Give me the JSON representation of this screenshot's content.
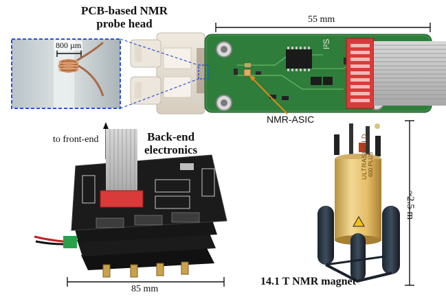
{
  "probe": {
    "title_line1": "PCB-based NMR",
    "title_line2": "probe head",
    "coil_scale": "800 µm",
    "length": "55 mm",
    "logo_text": "I²S",
    "asic_label": "NMR-ASIC"
  },
  "backend": {
    "title_line1": "Back-end",
    "title_line2": "electronics",
    "arrow_label": "to front-end",
    "width": "85 mm"
  },
  "magnet": {
    "label": "14.1 T NMR magnet",
    "height": "~2.5 m",
    "brand_text": "ULTRASHIELD",
    "model_text": "600 PLUS"
  },
  "colors": {
    "pcb_green": "#2f7d3a",
    "connector_red": "#d93a3a",
    "callout_blue": "#2b4fd9",
    "asic_arrow": "#e08a1e",
    "magnet_body": "#e9c77a",
    "backend_black": "#1b1b1b"
  }
}
